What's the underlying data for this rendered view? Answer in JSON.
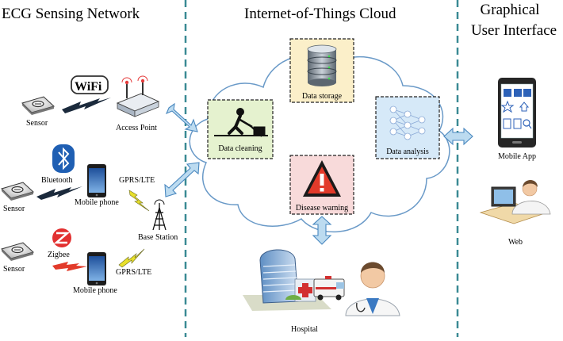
{
  "headers": {
    "left": "ECG Sensing Network",
    "middle": "Internet-of-Things Cloud",
    "right_line1": "Graphical",
    "right_line2": "User Interface"
  },
  "sensing_network": {
    "sensor_label": "Sensor",
    "wifi_logo": "WiFi",
    "access_point": "Access Point",
    "bluetooth": "Bluetooth",
    "zigbee": "Zigbee",
    "mobile_phone": "Mobile phone",
    "gprs_lte": "GPRS/LTE",
    "base_station": "Base Station"
  },
  "cloud": {
    "data_storage": "Data storage",
    "data_cleaning": "Data cleaning",
    "data_analysis": "Data analysis",
    "disease_warning": "Disease warning"
  },
  "hospital": "Hospital",
  "gui": {
    "mobile_app": "Mobile App",
    "web": "Web"
  },
  "icons": [
    "sensor-icon",
    "wifi-logo",
    "router-icon",
    "bluetooth-logo",
    "zigbee-logo",
    "smartphone-icon",
    "cell-tower-icon",
    "lightning-link-icon",
    "database-icon",
    "worker-cleaning-icon",
    "neural-network-icon",
    "warning-triangle-icon",
    "hospital-building-icon",
    "ambulance-icon",
    "doctor-icon",
    "mobile-app-icon",
    "web-user-icon"
  ],
  "colors": {
    "divider": "#3a8a94",
    "arrow_fill": "#bcdbf0",
    "arrow_stroke": "#4a88bf",
    "cloud_stroke": "#6a9ac8",
    "box_green": "#e5f2cf",
    "box_yellow": "#fbefc9",
    "box_blue": "#d6e9f8",
    "box_pink": "#f8dada",
    "lightning": "#e8e02a"
  }
}
